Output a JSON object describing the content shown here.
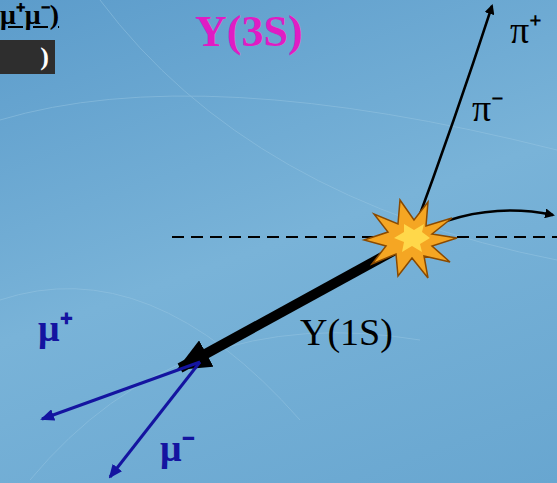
{
  "diagram": {
    "nodes": [
      {
        "text": [
          ")"
        ]
      }
    ],
    "labels": [
      "μ⁺μ⁻)",
      "Y(3S)",
      "π⁺",
      "π⁻",
      "Y(1S)",
      "μ⁺",
      "μ⁻"
    ]
  }
}
